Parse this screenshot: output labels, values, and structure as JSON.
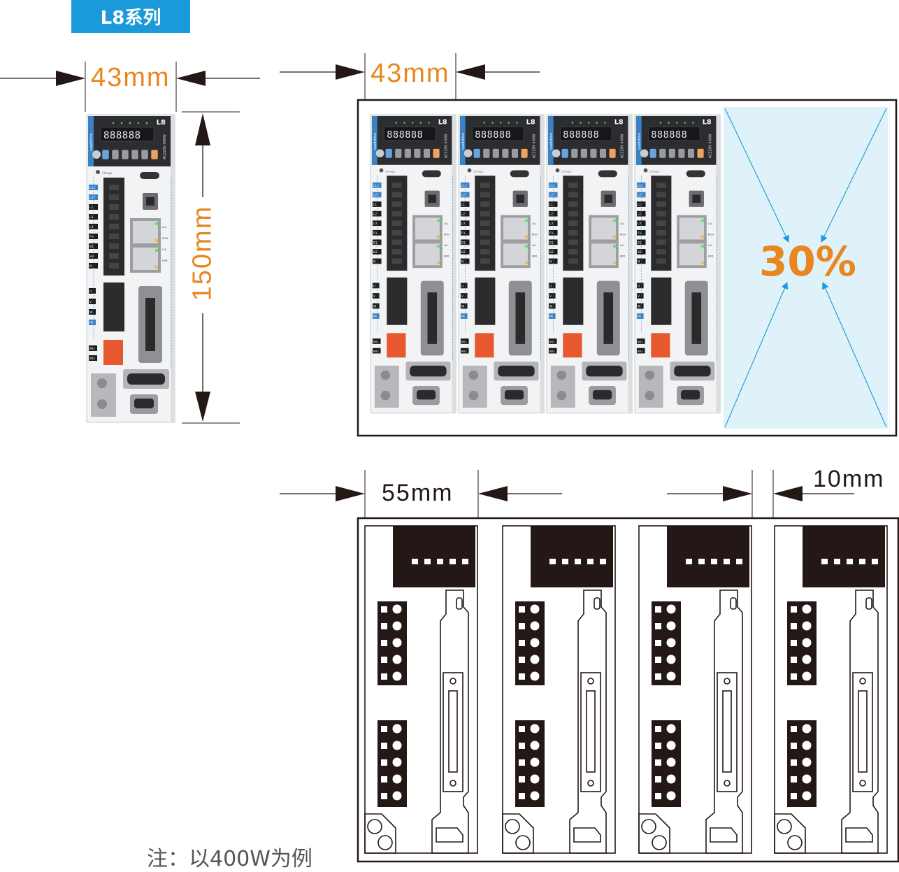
{
  "series_label": "L8系列",
  "dimensions": {
    "single_width": "43mm",
    "single_height": "150mm",
    "row_width": "43mm",
    "bottom_width": "55mm",
    "gap": "10mm"
  },
  "saving_percent": "30%",
  "note": "注：以400W为例",
  "device": {
    "model": "L8",
    "brand": "Leadshine",
    "rating": "AC220V 400W",
    "display": "888888",
    "left_terminals": [
      "L1C",
      "L2C",
      "L1",
      "L2",
      "L3",
      "P+",
      "B1",
      "B2",
      "N"
    ],
    "motor_terminals": [
      "U",
      "V",
      "W",
      "PE"
    ],
    "brake_terminals": [
      "BR1",
      "BR2"
    ],
    "status_labels": [
      "L/A",
      "RUN",
      "L/A",
      "ERR"
    ],
    "charge_label": "Charge"
  },
  "colors": {
    "accent": "#e8861f",
    "tag_bg": "#1a9ad9",
    "arrow_blue": "#1a9ad9",
    "saved_area": "#dff1f9"
  }
}
